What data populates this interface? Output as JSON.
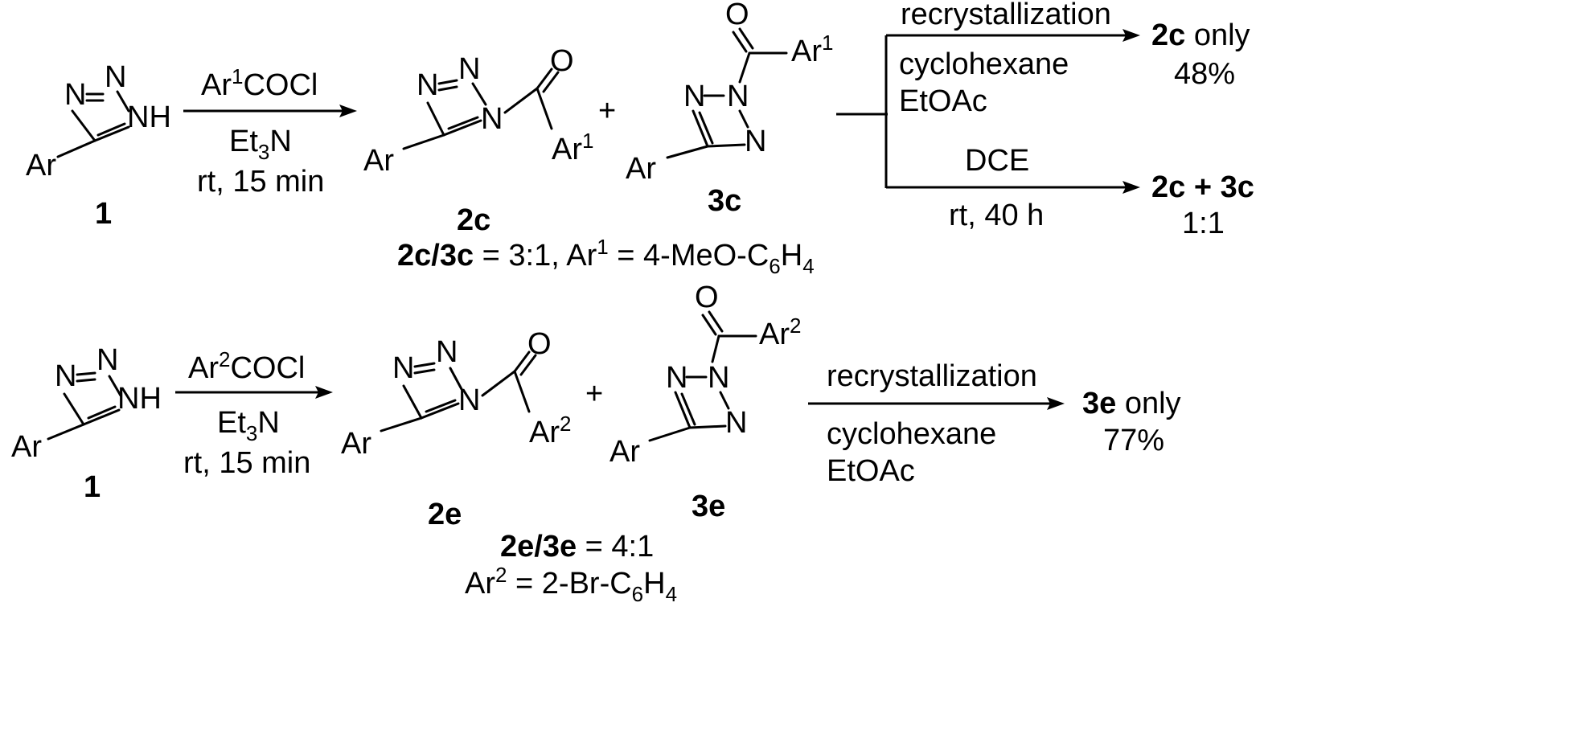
{
  "atoms": {
    "N": "N",
    "NH": "NH",
    "O": "O",
    "Ar": "Ar",
    "Ar1": "Ar",
    "sup1": "1",
    "Ar2": "Ar",
    "sup2": "2",
    "plus": "+"
  },
  "row1": {
    "compound_1": "1",
    "reagent_pre": "Ar",
    "reagent_sup": "1",
    "reagent_post": "COCl",
    "base_pre": "Et",
    "base_sub": "3",
    "base_post": "N",
    "conditions": "rt, 15 min",
    "product_2c": "2c",
    "product_3c": "3c",
    "ratio_bold": "2c/3c",
    "ratio_rest": " = 3:1, Ar",
    "ratio_sup": "1",
    "ratio_mid": " = 4-MeO-C",
    "ratio_sub1": "6",
    "ratio_h": "H",
    "ratio_sub2": "4",
    "branch_top_above": "recrystallization",
    "branch_top_below_1": "cyclohexane",
    "branch_top_below_2": "EtOAc",
    "result_top_bold": "2c",
    "result_top_rest": " only",
    "result_top_yield": "48%",
    "branch_bottom_above": "DCE",
    "branch_bottom_below": "rt, 40 h",
    "result_bottom": "2c + 3c",
    "result_bottom_ratio": "1:1"
  },
  "row2": {
    "compound_1": "1",
    "reagent_pre": "Ar",
    "reagent_sup": "2",
    "reagent_post": "COCl",
    "base_pre": "Et",
    "base_sub": "3",
    "base_post": "N",
    "conditions": "rt, 15 min",
    "product_2e": "2e",
    "product_3e": "3e",
    "ratio_bold": "2e/3e",
    "ratio_rest": " = 4:1",
    "ar_def_pre": "Ar",
    "ar_def_sup": "2",
    "ar_def_mid": " = 2-Br-C",
    "ar_def_sub1": "6",
    "ar_def_h": "H",
    "ar_def_sub2": "4",
    "step_above": "recrystallization",
    "step_below_1": "cyclohexane",
    "step_below_2": "EtOAc",
    "result_bold": "3e",
    "result_rest": " only",
    "result_yield": "77%"
  }
}
